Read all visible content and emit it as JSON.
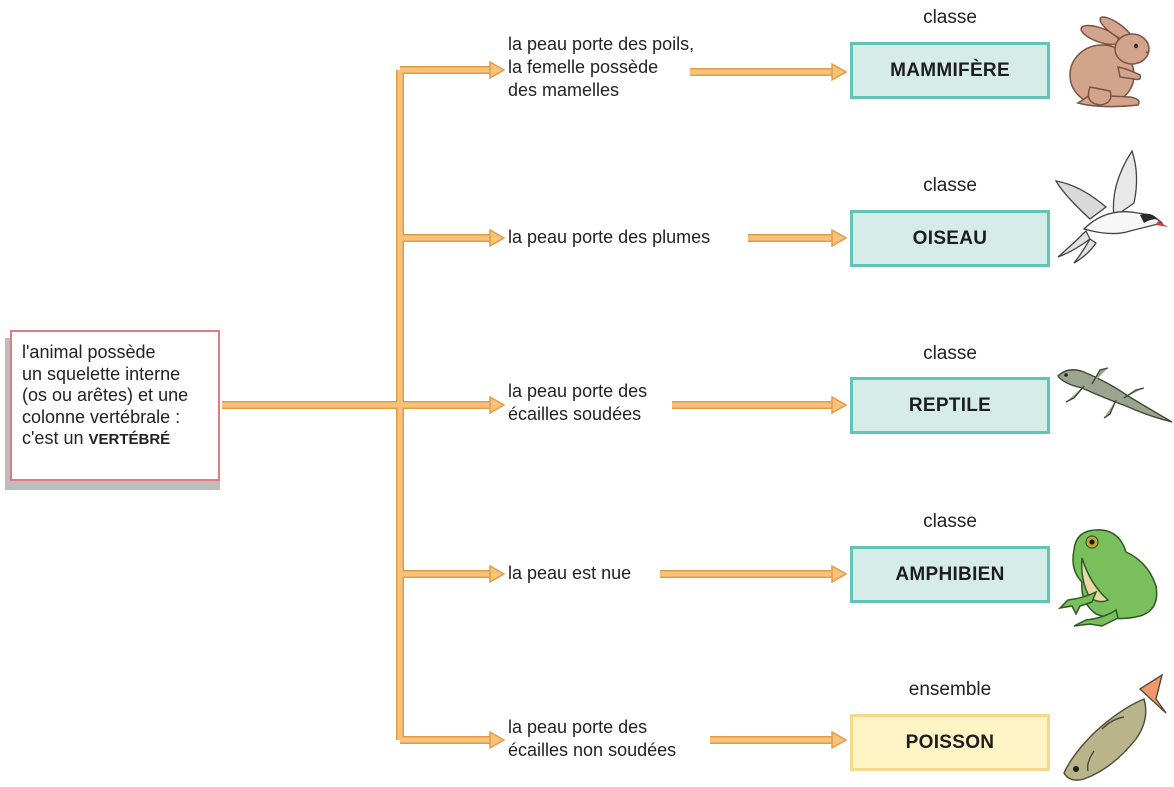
{
  "root": {
    "lines": [
      "l'animal possède",
      "un squelette interne",
      "(os ou arêtes) et une",
      "colonne vertébrale :"
    ],
    "last_prefix": "c'est un ",
    "last_bold": "VERTÉBRÉ"
  },
  "branches": [
    {
      "criterion": [
        "la peau porte des poils,",
        "la femelle possède",
        "des mamelles"
      ],
      "level": "classe",
      "group": "MAMMIFÈRE",
      "animal": "rabbit-icon"
    },
    {
      "criterion": [
        "la peau porte des plumes"
      ],
      "level": "classe",
      "group": "OISEAU",
      "animal": "bird-icon"
    },
    {
      "criterion": [
        "la peau porte des",
        "écailles soudées"
      ],
      "level": "classe",
      "group": "REPTILE",
      "animal": "lizard-icon"
    },
    {
      "criterion": [
        "la peau est nue"
      ],
      "level": "classe",
      "group": "AMPHIBIEN",
      "animal": "frog-icon"
    },
    {
      "criterion": [
        "la peau porte des",
        "écailles non soudées"
      ],
      "level": "ensemble",
      "group": "POISSON",
      "animal": "fish-icon"
    }
  ],
  "colors": {
    "connector": "#f7c27a",
    "connector_outline": "#e39c46",
    "class_border": "#62c3b7",
    "class_fill": "#d5ece9",
    "set_border": "#f5d98a",
    "set_fill": "#fff4c5",
    "root_border": "#e07a85"
  }
}
